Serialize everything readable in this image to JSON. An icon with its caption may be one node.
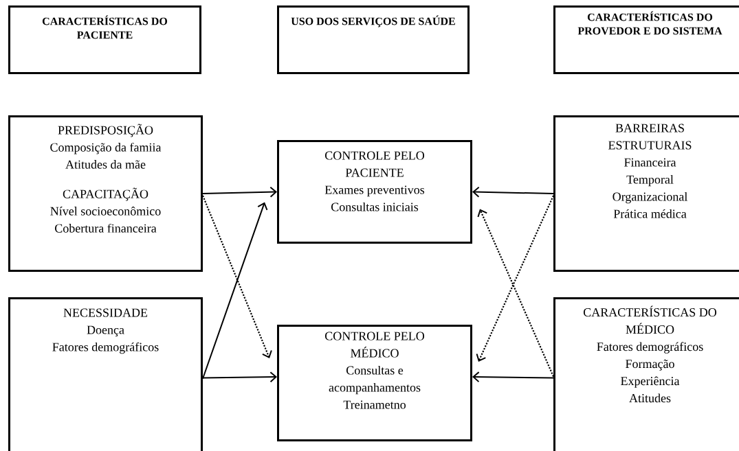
{
  "diagram": {
    "nodes": [
      {
        "text": [
          "CARACTERÍSTICAS DO PACIENTE"
        ]
      },
      {
        "text": [
          "USO DOS SERVIÇOS DE SAÚDE"
        ]
      },
      {
        "text": [
          "CARACTERÍSTICAS DO PROVEDOR E DO SISTEMA"
        ]
      },
      {
        "text": [
          "PREDISPOSIÇÃO",
          "Composição da famiia",
          "Atitudes da mãe",
          "CAPACITAÇÃO",
          "Nível socioeconômico",
          "Cobertura financeira"
        ]
      },
      {
        "text": [
          "NECESSIDADE",
          "Doença",
          "Fatores demográficos"
        ]
      },
      {
        "text": [
          "CONTROLE PELO PACIENTE",
          "Exames preventivos",
          "Consultas iniciais"
        ]
      },
      {
        "text": [
          "CONTROLE PELO MÉDICO",
          "Consultas e acompanhamentos",
          "Treinametno"
        ]
      },
      {
        "text": [
          "BARREIRAS ESTRUTURAIS",
          "Financeira",
          "Temporal",
          "Organizacional",
          "Prática médica"
        ]
      },
      {
        "text": [
          "CARACTERÍSTICAS DO MÉDICO",
          "Fatores demográficos",
          "Formação",
          "Experiência",
          "Atitudes"
        ]
      }
    ],
    "edges": [
      {
        "from": 3,
        "to": 5,
        "arrow": "to"
      },
      {
        "from": 3,
        "to": 6,
        "arrow": "to",
        "style": "dashed"
      },
      {
        "from": 4,
        "to": 5,
        "arrow": "to"
      },
      {
        "from": 4,
        "to": 6,
        "arrow": "to"
      },
      {
        "from": 7,
        "to": 5,
        "arrow": "to"
      },
      {
        "from": 7,
        "to": 6,
        "arrow": "to",
        "style": "dashed"
      },
      {
        "from": 8,
        "to": 5,
        "arrow": "to",
        "style": "dashed"
      },
      {
        "from": 8,
        "to": 6,
        "arrow": "to"
      }
    ]
  }
}
